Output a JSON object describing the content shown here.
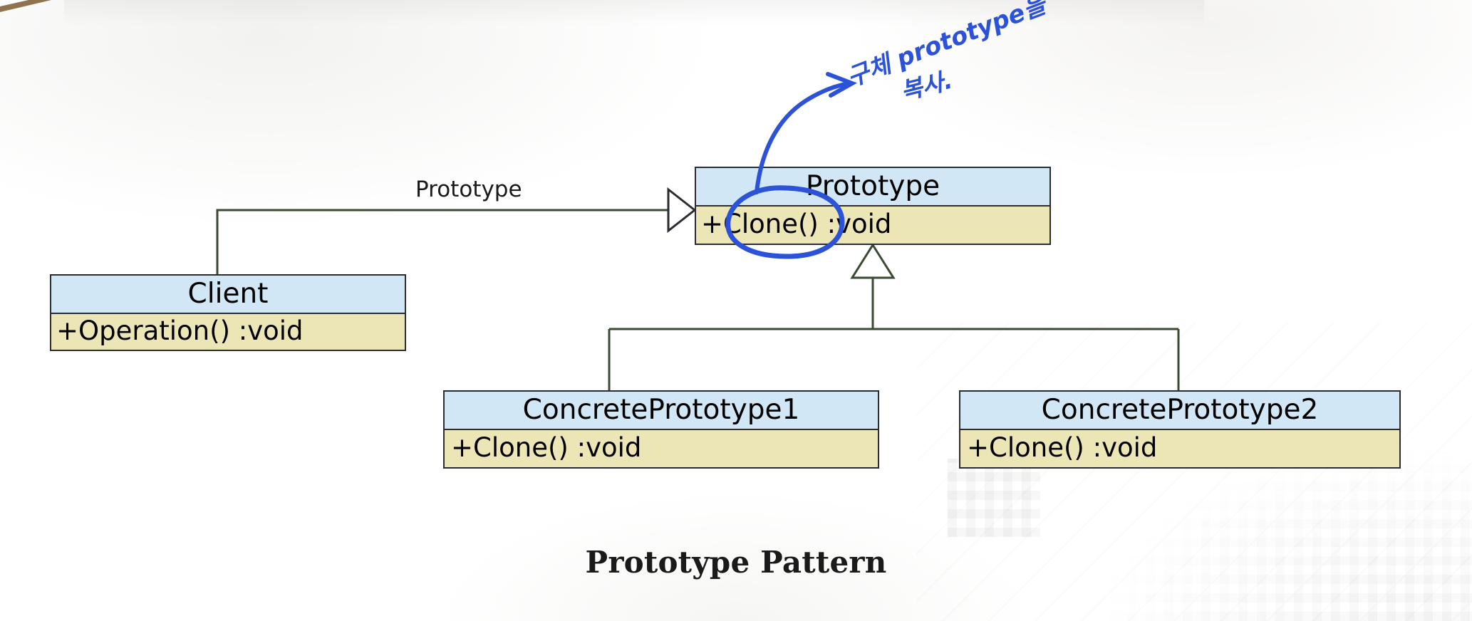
{
  "slide": {
    "caption": "Prototype Pattern",
    "colors": {
      "class_header": "#d2e7f5",
      "class_body": "#ece6b6",
      "class_border": "#2b2b33",
      "connector": "#3b4a33",
      "ink_blue": "#2b52d8",
      "background": "#ffffff"
    }
  },
  "diagram": {
    "type": "uml-class-diagram",
    "association_label": "Prototype",
    "classes": [
      {
        "id": "prototype",
        "name": "Prototype",
        "members": [
          "+Clone() :void"
        ]
      },
      {
        "id": "client",
        "name": "Client",
        "members": [
          "+Operation() :void"
        ]
      },
      {
        "id": "concrete1",
        "name": "ConcretePrototype1",
        "members": [
          "+Clone() :void"
        ]
      },
      {
        "id": "concrete2",
        "name": "ConcretePrototype2",
        "members": [
          "+Clone() :void"
        ]
      }
    ],
    "relations": [
      {
        "from": "client",
        "to": "prototype",
        "kind": "association",
        "arrow": "hollow-triangle",
        "label": "Prototype"
      },
      {
        "from": "concrete1",
        "to": "prototype",
        "kind": "generalization",
        "arrow": "hollow-triangle"
      },
      {
        "from": "concrete2",
        "to": "prototype",
        "kind": "generalization",
        "arrow": "hollow-triangle"
      }
    ]
  },
  "annotations": {
    "handwriting": {
      "line1": "구체 prototype을",
      "line2": "복사.",
      "full_text": "구체 prototype을 복사."
    },
    "circled_target": "Clone()"
  }
}
